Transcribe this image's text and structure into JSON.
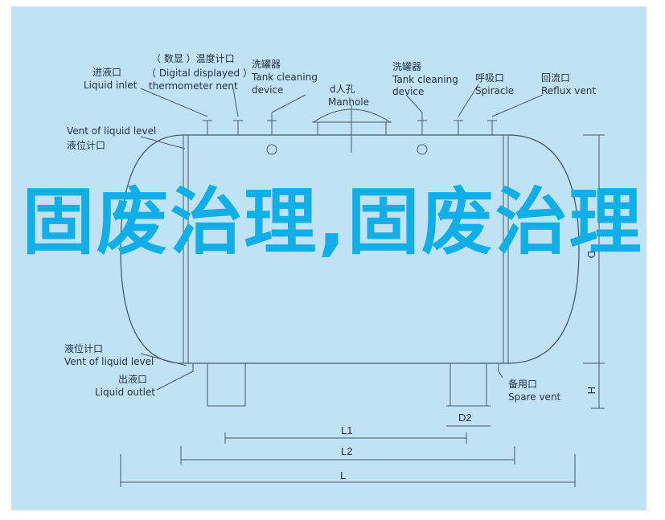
{
  "headline": "固废治理,固废治理",
  "labels": {
    "liquid_inlet_cn": "进液口",
    "liquid_inlet_en": "Liquid inlet",
    "thermo_cn": "（ 数显 ）温度计口",
    "thermo_en1": "（ Digital displayed ）",
    "thermo_en2": "thermometer nent",
    "tank_clean1_cn": "洗罐器",
    "tank_clean1_en1": "Tank cleaning",
    "tank_clean1_en2": "device",
    "manhole_cn": "d人孔",
    "manhole_en": "Manhole",
    "tank_clean2_cn": "洗罐器",
    "tank_clean2_en1": "Tank cleaning",
    "tank_clean2_en2": "device",
    "breather_cn": "呼吸口",
    "breather_en": "Spiracle",
    "reflux_cn": "回流口",
    "reflux_en": "Reflux vent",
    "vent_top_en": "Vent of liquid level",
    "vent_top_cn": "液位计口",
    "vent_bot_cn": "液位计口",
    "vent_bot_en": "Vent of liquid level",
    "outlet_cn": "出液口",
    "outlet_en": "Liquid outlet",
    "spare_cn": "备用口",
    "spare_en": "Spare vent"
  },
  "dimensions": {
    "l1": "L1",
    "l2": "L2",
    "l": "L",
    "d": "D",
    "h": "H",
    "d2": "D2"
  }
}
